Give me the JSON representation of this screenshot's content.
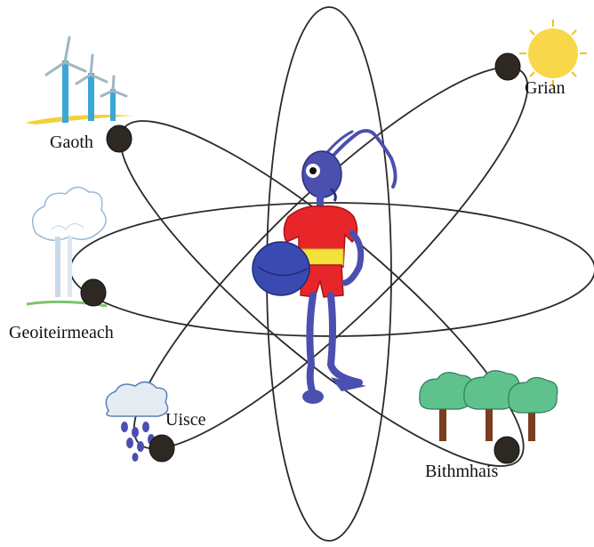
{
  "nodes": [
    {
      "id": "gaoth",
      "label": "Gaoth",
      "icon": "wind-turbine-icon"
    },
    {
      "id": "grian",
      "label": "Grian",
      "icon": "sun-icon"
    },
    {
      "id": "geoiteirmeach",
      "label": "Geoiteirmeach",
      "icon": "geothermal-steam-icon"
    },
    {
      "id": "uisce",
      "label": "Uisce",
      "icon": "rain-cloud-icon"
    },
    {
      "id": "bithmhais",
      "label": "Bithmhais",
      "icon": "trees-icon"
    }
  ],
  "center": {
    "icon": "ant-mascot-icon"
  },
  "colors": {
    "orbit": "#2a2a2a",
    "node": "#2e2822",
    "ant_body": "#4a4fb0",
    "shirt": "#e8262a",
    "belt": "#f2e23a",
    "sun": "#f8d84a",
    "turbine": "#3aa6d8",
    "tree_leaf": "#5fc28d",
    "tree_trunk": "#7a3d1e",
    "rain": "#4a4fb0"
  }
}
